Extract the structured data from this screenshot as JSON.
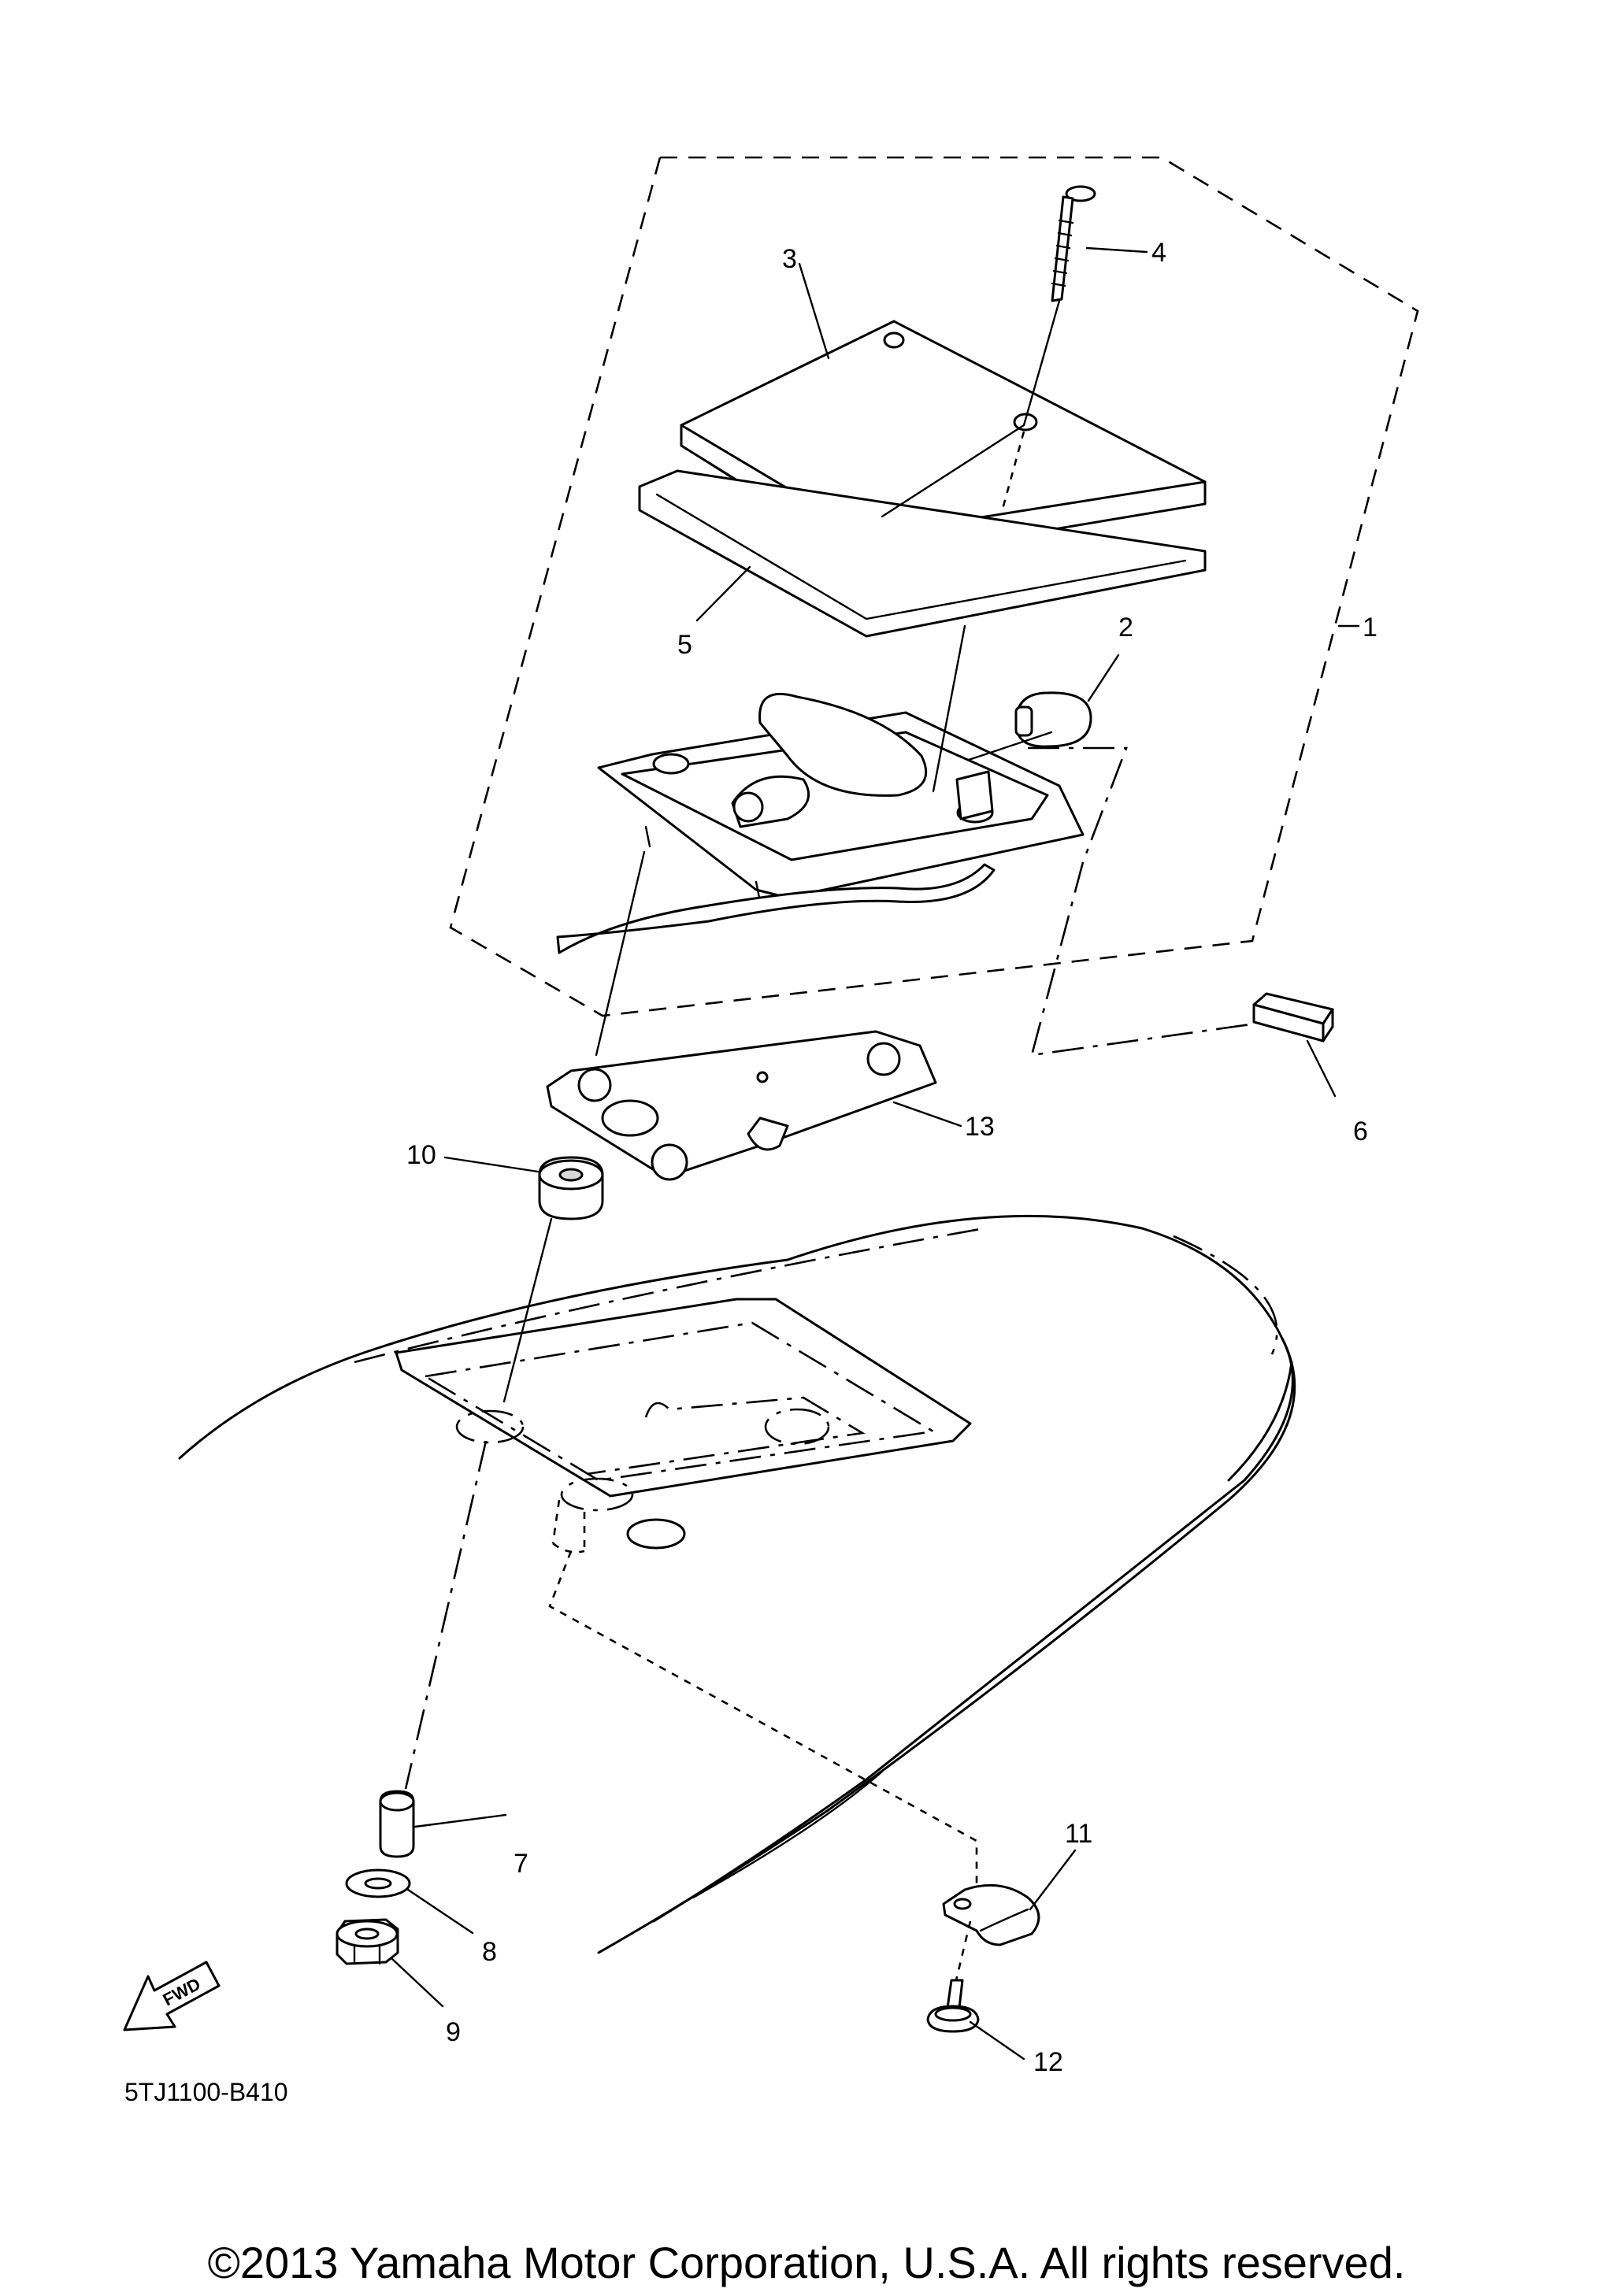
{
  "callouts": [
    "1",
    "2",
    "3",
    "4",
    "5",
    "6",
    "7",
    "8",
    "9",
    "10",
    "11",
    "12",
    "13"
  ],
  "fwd_label": "FWD",
  "diagram_code": "5TJ1100-B410",
  "copyright": "©2013 Yamaha Motor Corporation, U.S.A. All rights reserved."
}
